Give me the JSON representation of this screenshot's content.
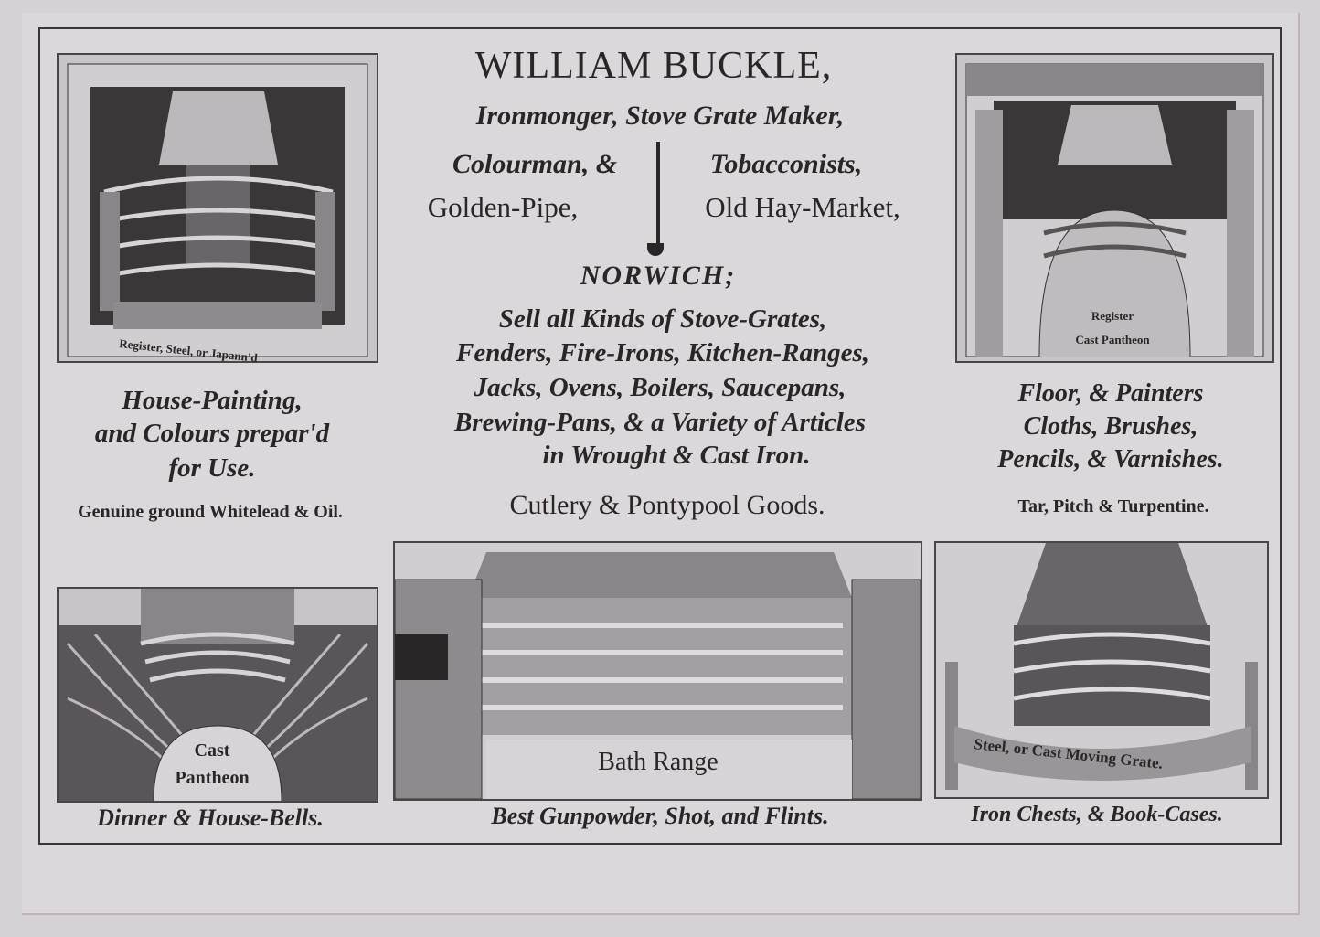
{
  "header": {
    "name": "WILLIAM BUCKLE,",
    "trades_line": "Ironmonger, Stove Grate Maker,",
    "colourman": "Colourman, &",
    "tobacconists": "Tobacconists,",
    "golden_pipe": "Golden-Pipe,",
    "address": "Old Hay-Market,",
    "city": "NORWICH;"
  },
  "center_goods": [
    "Sell all Kinds of Stove-Grates,",
    "Fenders, Fire-Irons, Kitchen-Ranges,",
    "Jacks, Ovens, Boilers, Saucepans,",
    "Brewing-Pans, & a Variety of Articles",
    "in Wrought & Cast Iron."
  ],
  "cutlery": "Cutlery & Pontypool Goods.",
  "left_text": {
    "caption": "Register, Steel, or Japann'd",
    "lines": [
      "House-Painting,",
      "and Colours prepar'd",
      "for Use."
    ],
    "footer": "Genuine ground Whitelead & Oil."
  },
  "right_text": {
    "caption_1": "Register",
    "caption_2": "Cast Pantheon",
    "lines": [
      "Floor, & Painters",
      "Cloths, Brushes,",
      "Pencils, & Varnishes."
    ],
    "footer": "Tar, Pitch & Turpentine."
  },
  "bottom": {
    "left_caption_1": "Cast",
    "left_caption_2": "Pantheon",
    "left_footer": "Dinner & House-Bells.",
    "center_caption": "Bath Range",
    "center_footer": "Best Gunpowder, Shot, and Flints.",
    "right_caption": "Steel, or Cast Moving Grate.",
    "right_footer": "Iron Chests, & Book-Cases."
  }
}
